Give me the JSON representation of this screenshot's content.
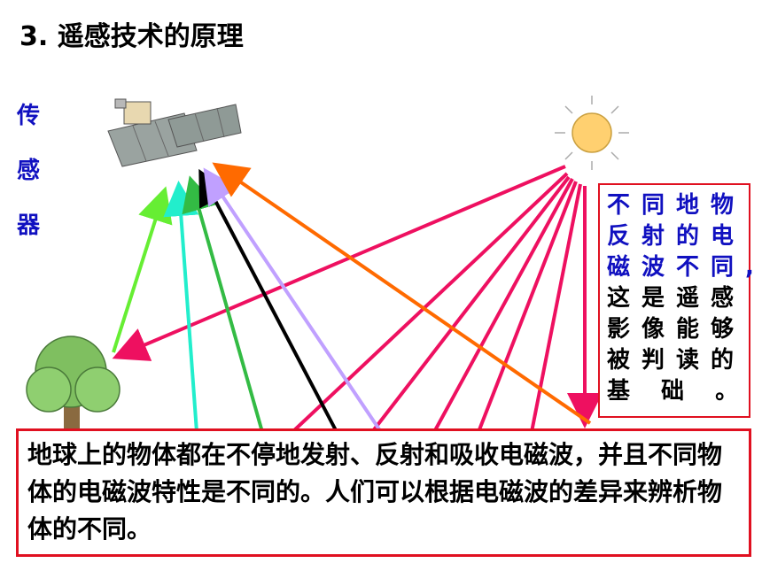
{
  "title": "3. 遥感技术的原理",
  "sensor_label": [
    "传",
    "感",
    "器"
  ],
  "note": {
    "lines_blue": [
      "不同地物",
      "反射的电",
      "磁波不同,"
    ],
    "lines_black": [
      "这是遥感",
      "影像能够",
      "被判读的",
      "基 础 。"
    ]
  },
  "main_text": "地球上的物体都在不停地发射、反射和吸收电磁波，并且不同物体的电磁波特性是不同的。人们可以根据电磁波的差异来辨析物体的不同。",
  "colors": {
    "red_pink": "#ee1060",
    "orange": "#ff6a00",
    "green_light": "#66ee33",
    "cyan": "#22eecc",
    "green": "#33bb44",
    "black": "#000000",
    "lavender": "#c0a0ff",
    "box_border": "#e01020",
    "label_blue": "#1010c0"
  }
}
